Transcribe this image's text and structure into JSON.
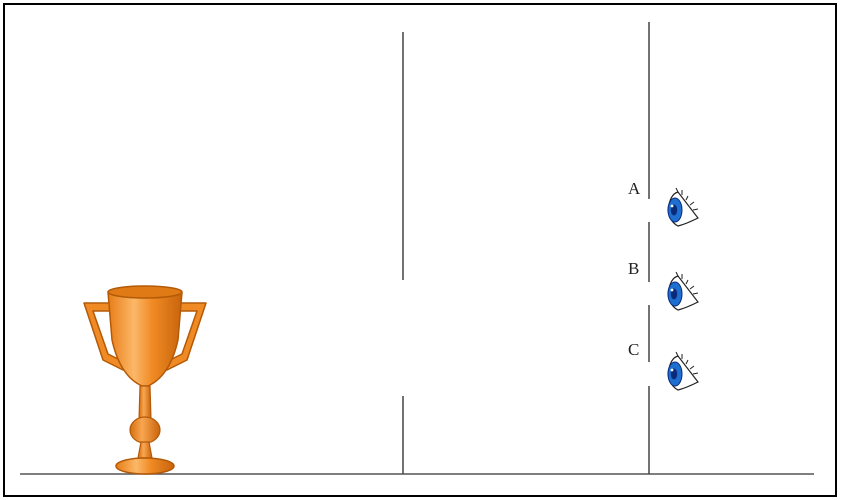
{
  "diagram": {
    "eyes": [
      {
        "label": "A",
        "icon": "eye-icon"
      },
      {
        "label": "B",
        "icon": "eye-icon"
      },
      {
        "label": "C",
        "icon": "eye-icon"
      }
    ],
    "trophy_icon": "trophy-icon",
    "colors": {
      "trophy_main": "#f08a24",
      "trophy_light": "#fbb868",
      "trophy_dark": "#c8640c",
      "trophy_outline": "#b35a08",
      "iris": "#1e6fd0",
      "pupil": "#0a2a7a",
      "line": "#333333",
      "frame": "#000000"
    }
  }
}
